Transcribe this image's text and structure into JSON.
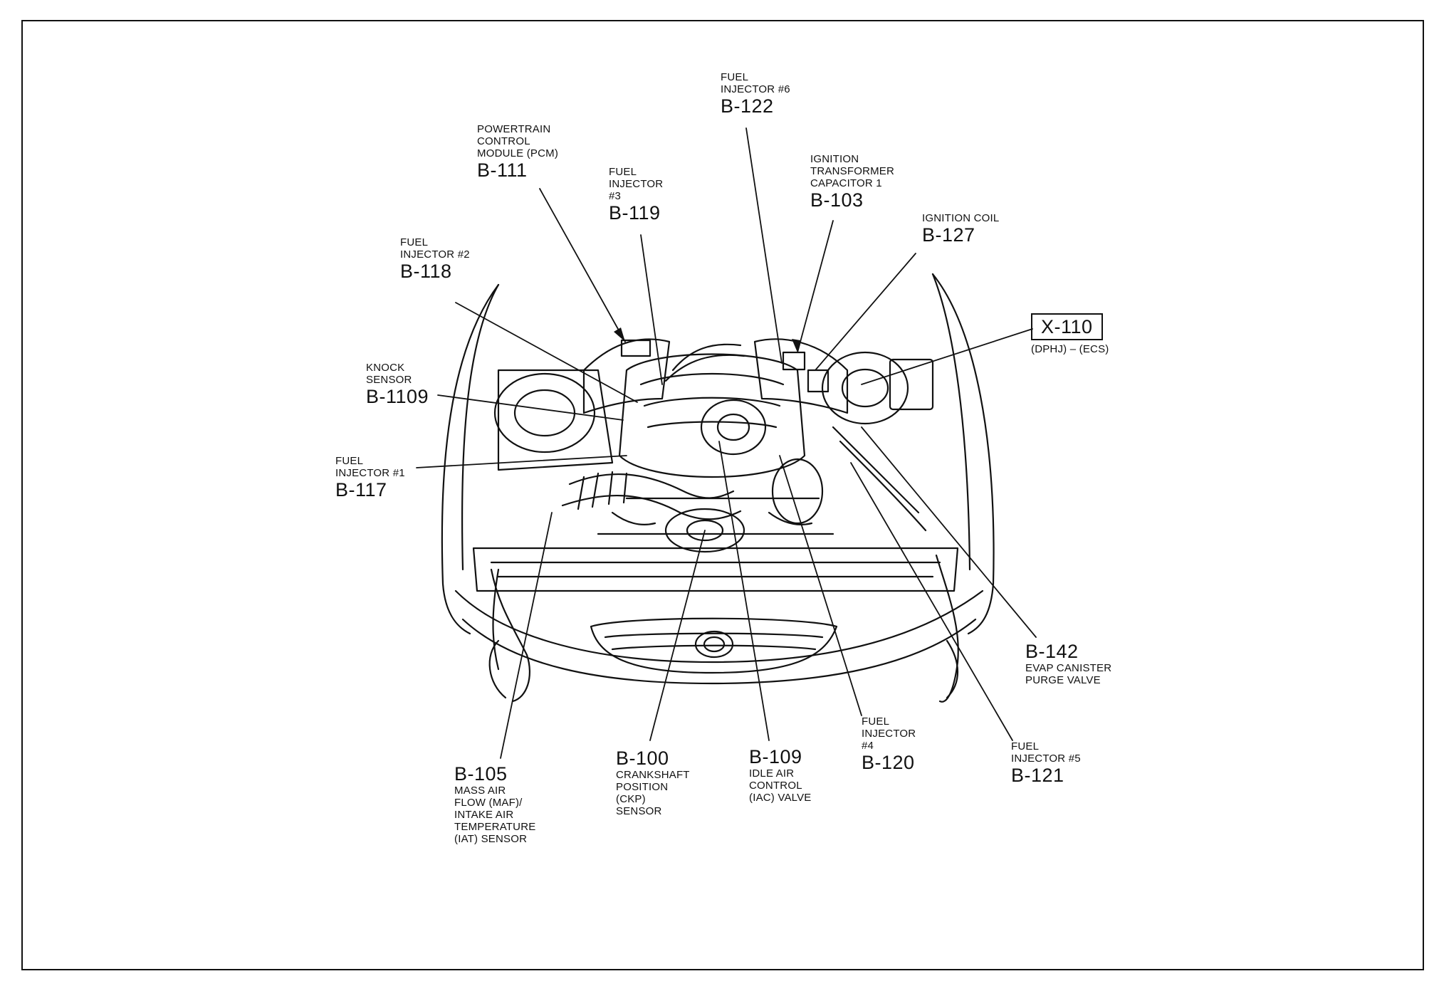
{
  "callouts": {
    "fuel_injector_6": {
      "label": "FUEL\nINJECTOR #6",
      "code": "B-122"
    },
    "pcm": {
      "label": "POWERTRAIN\nCONTROL\nMODULE (PCM)",
      "code": "B-111"
    },
    "fuel_injector_3": {
      "label": "FUEL\nINJECTOR\n#3",
      "code": "B-119"
    },
    "ignition_transformer": {
      "label": "IGNITION\nTRANSFORMER\nCAPACITOR 1",
      "code": "B-103"
    },
    "ignition_coil": {
      "label": "IGNITION COIL",
      "code": "B-127"
    },
    "fuel_injector_2": {
      "label": "FUEL\nINJECTOR #2",
      "code": "B-118"
    },
    "x110": {
      "code": "X-110",
      "label": "(DPHJ) – (ECS)"
    },
    "knock_sensor": {
      "label": "KNOCK\nSENSOR",
      "code": "B-1109"
    },
    "fuel_injector_1": {
      "label": "FUEL\nINJECTOR #1",
      "code": "B-117"
    },
    "evap_canister": {
      "code": "B-142",
      "label": "EVAP CANISTER\nPURGE VALVE"
    },
    "fuel_injector_4": {
      "label": "FUEL\nINJECTOR\n#4",
      "code": "B-120"
    },
    "fuel_injector_5": {
      "label": "FUEL\nINJECTOR #5",
      "code": "B-121"
    },
    "maf_iat": {
      "code": "B-105",
      "label": "MASS AIR\nFLOW (MAF)/\nINTAKE AIR\nTEMPERATURE\n(IAT) SENSOR"
    },
    "ckp": {
      "code": "B-100",
      "label": "CRANKSHAFT\nPOSITION\n(CKP)\nSENSOR"
    },
    "iac": {
      "code": "B-109",
      "label": "IDLE AIR\nCONTROL\n(IAC) VALVE"
    }
  },
  "colors": {
    "ink": "#111111",
    "background": "#ffffff"
  }
}
